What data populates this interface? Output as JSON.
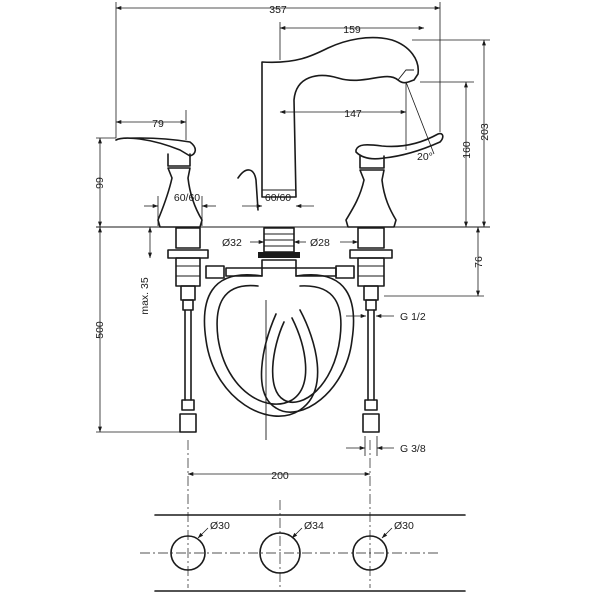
{
  "dimensions": {
    "overall_width": "357",
    "spout_reach_top": "159",
    "spout_reach_lower": "147",
    "handle_length": "79",
    "handle_height": "99",
    "spout_height": "160",
    "total_height": "203",
    "handle_base_width": "60/60",
    "spout_base_width": "60/60",
    "angle": "20°",
    "diameter_hole_32": "Ø32",
    "diameter_hole_28": "Ø28",
    "below_deck": "76",
    "max_clamp": "max. 35",
    "hose_length": "500",
    "thread_top": "G 1/2",
    "thread_bottom": "G 3/8",
    "spacing": "200",
    "hole_left": "Ø30",
    "hole_center": "Ø34",
    "hole_right": "Ø30"
  }
}
